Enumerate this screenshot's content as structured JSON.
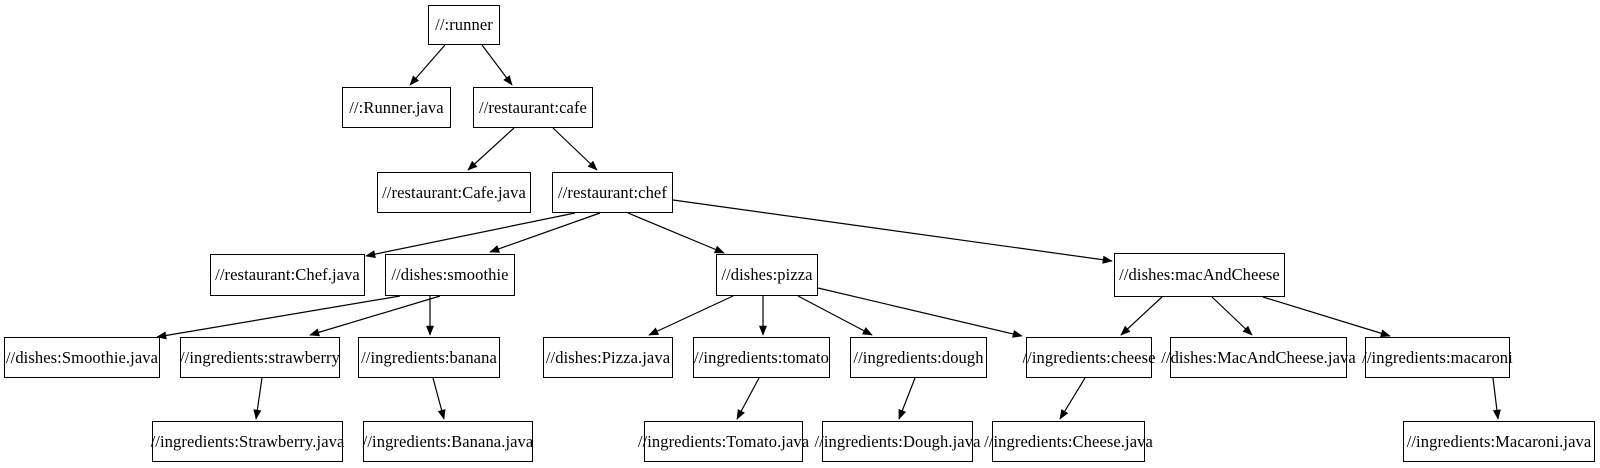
{
  "colors": {
    "background": "#ffffff",
    "node_border": "#000000",
    "node_fill": "#ffffff",
    "edge": "#000000"
  },
  "graph": {
    "type": "dependency-graph",
    "nodes": [
      {
        "id": "runner",
        "label": "//:runner"
      },
      {
        "id": "runner-java",
        "label": "//:Runner.java"
      },
      {
        "id": "cafe",
        "label": "//restaurant:cafe"
      },
      {
        "id": "cafe-java",
        "label": "//restaurant:Cafe.java"
      },
      {
        "id": "chef",
        "label": "//restaurant:chef"
      },
      {
        "id": "chef-java",
        "label": "//restaurant:Chef.java"
      },
      {
        "id": "smoothie",
        "label": "//dishes:smoothie"
      },
      {
        "id": "pizza",
        "label": "//dishes:pizza"
      },
      {
        "id": "mac-and-cheese",
        "label": "//dishes:macAndCheese"
      },
      {
        "id": "smoothie-java",
        "label": "//dishes:Smoothie.java"
      },
      {
        "id": "strawberry",
        "label": "//ingredients:strawberry"
      },
      {
        "id": "banana",
        "label": "//ingredients:banana"
      },
      {
        "id": "pizza-java",
        "label": "//dishes:Pizza.java"
      },
      {
        "id": "tomato",
        "label": "//ingredients:tomato"
      },
      {
        "id": "dough",
        "label": "//ingredients:dough"
      },
      {
        "id": "cheese",
        "label": "//ingredients:cheese"
      },
      {
        "id": "mac-and-cheese-java",
        "label": "//dishes:MacAndCheese.java"
      },
      {
        "id": "macaroni",
        "label": "//ingredients:macaroni"
      },
      {
        "id": "strawberry-java",
        "label": "//ingredients:Strawberry.java"
      },
      {
        "id": "banana-java",
        "label": "//ingredients:Banana.java"
      },
      {
        "id": "tomato-java",
        "label": "//ingredients:Tomato.java"
      },
      {
        "id": "dough-java",
        "label": "//ingredients:Dough.java"
      },
      {
        "id": "cheese-java",
        "label": "//ingredients:Cheese.java"
      },
      {
        "id": "macaroni-java",
        "label": "//ingredients:Macaroni.java"
      }
    ],
    "edges": [
      {
        "from": "//:runner",
        "to": "//:Runner.java"
      },
      {
        "from": "//:runner",
        "to": "//restaurant:cafe"
      },
      {
        "from": "//restaurant:cafe",
        "to": "//restaurant:Cafe.java"
      },
      {
        "from": "//restaurant:cafe",
        "to": "//restaurant:chef"
      },
      {
        "from": "//restaurant:chef",
        "to": "//restaurant:Chef.java"
      },
      {
        "from": "//restaurant:chef",
        "to": "//dishes:smoothie"
      },
      {
        "from": "//restaurant:chef",
        "to": "//dishes:pizza"
      },
      {
        "from": "//restaurant:chef",
        "to": "//dishes:macAndCheese"
      },
      {
        "from": "//dishes:smoothie",
        "to": "//dishes:Smoothie.java"
      },
      {
        "from": "//dishes:smoothie",
        "to": "//ingredients:strawberry"
      },
      {
        "from": "//dishes:smoothie",
        "to": "//ingredients:banana"
      },
      {
        "from": "//dishes:pizza",
        "to": "//dishes:Pizza.java"
      },
      {
        "from": "//dishes:pizza",
        "to": "//ingredients:tomato"
      },
      {
        "from": "//dishes:pizza",
        "to": "//ingredients:dough"
      },
      {
        "from": "//dishes:pizza",
        "to": "//ingredients:cheese"
      },
      {
        "from": "//dishes:macAndCheese",
        "to": "//ingredients:cheese"
      },
      {
        "from": "//dishes:macAndCheese",
        "to": "//dishes:MacAndCheese.java"
      },
      {
        "from": "//dishes:macAndCheese",
        "to": "//ingredients:macaroni"
      },
      {
        "from": "//ingredients:strawberry",
        "to": "//ingredients:Strawberry.java"
      },
      {
        "from": "//ingredients:banana",
        "to": "//ingredients:Banana.java"
      },
      {
        "from": "//ingredients:tomato",
        "to": "//ingredients:Tomato.java"
      },
      {
        "from": "//ingredients:dough",
        "to": "//ingredients:Dough.java"
      },
      {
        "from": "//ingredients:cheese",
        "to": "//ingredients:Cheese.java"
      },
      {
        "from": "//ingredients:macaroni",
        "to": "//ingredients:Macaroni.java"
      }
    ]
  }
}
